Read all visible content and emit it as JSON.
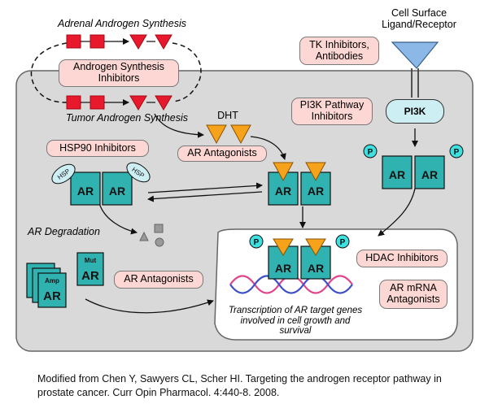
{
  "top": {
    "adrenal_synthesis": "Adrenal Androgen Synthesis",
    "tumor_synthesis": "Tumor Androgen Synthesis",
    "androgen_inhibitors": "Androgen Synthesis Inhibitors",
    "cell_surface": "Cell Surface Ligand/Receptor",
    "tk_inhibitors": "TK Inhibitors, Antibodies"
  },
  "middle": {
    "dht": "DHT",
    "ar_antagonists_top": "AR Antagonists",
    "pi3k_inhibitors": "PI3K Pathway Inhibitors",
    "pi3k": "PI3K",
    "hsp90_inhibitors": "HSP90 Inhibitors",
    "hsp": "HSP",
    "ar_degradation": "AR Degradation"
  },
  "bottom": {
    "ar_antagonists_bottom": "AR Antagonists",
    "hdac_inhibitors": "HDAC Inhibitors",
    "ar_mrna_antagonists": "AR mRNA Antagonists",
    "transcription": "Transcription of AR target genes involved in cell growth and survival",
    "amp": "Amp",
    "mut": "Mut"
  },
  "glyphs": {
    "ar": "AR",
    "phospho": "P"
  },
  "colors": {
    "cell_fill": "#d9d9d9",
    "pill_fill": "#fcd7d3",
    "receptor_teal": "#2fb2b0",
    "ligand_orange": "#f7a21b",
    "synthesis_red": "#e8192c",
    "cyan_light": "#cdeff4",
    "dna_pink": "#e0458c",
    "dna_blue": "#3d4fc9"
  },
  "caption": "Modified from Chen Y, Sawyers CL, Scher HI. Targeting the androgen receptor pathway in prostate cancer. Curr Opin Pharmacol. 4:440-8. 2008."
}
